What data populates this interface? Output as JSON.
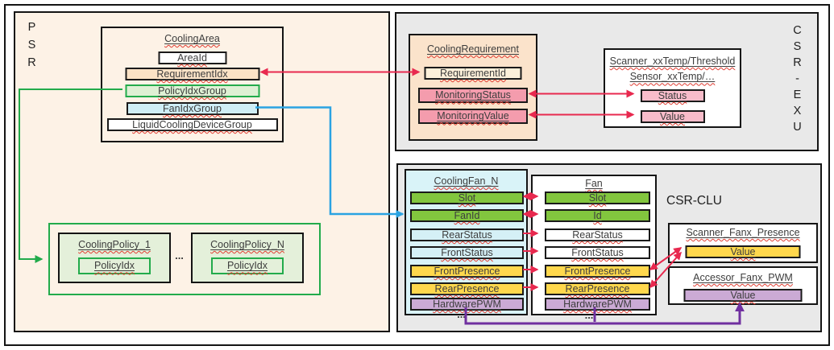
{
  "colors": {
    "accent_red": "#e8294f",
    "accent_blue": "#2aa3e2",
    "accent_green": "#22ab4b",
    "accent_purple": "#7030a0",
    "psr_background": "#fdf2e6",
    "region_background": "#e9e9e9",
    "green_field": "#82c63e",
    "yellow_field": "#ffd84d",
    "purple_field": "#cbaad5",
    "pink_field": "#f49cad",
    "light_pink_field": "#f8bcca",
    "peach_container": "#fbe3cb",
    "peach_field": "#fbe2c6",
    "cream_field": "#fdf0da",
    "cyan_field": "#d5f0f6",
    "light_green_field": "#e4f0da"
  },
  "psr": {
    "label": "PSR",
    "cooling_area": {
      "title": "CoolingArea",
      "fields": [
        "AreaId",
        "RequirementIdx",
        "PolicyIdxGroup",
        "FanIdxGroup",
        "LiquidCoolingDeviceGroup"
      ]
    },
    "policy_group": {
      "policy_1": {
        "title": "CoolingPolicy_1",
        "field": "PolicyIdx"
      },
      "ellipsis": "...",
      "policy_n": {
        "title": "CoolingPolicy_N",
        "field": "PolicyIdx"
      }
    }
  },
  "csr_exu": {
    "label": "CSR-EXU",
    "cooling_requirement": {
      "title": "CoolingRequirement",
      "fields": [
        "RequirementId",
        "MonitoringStatus",
        "MonitoringValue"
      ]
    },
    "scanner_sensor": {
      "title": "Scanner_xxTemp/ThresholdSensor_xxTemp/…",
      "fields": [
        "Status",
        "Value"
      ]
    }
  },
  "csr_clu": {
    "label": "CSR-CLU",
    "cooling_fan": {
      "title": "CoolingFan_N",
      "fields": [
        "Slot",
        "FanId",
        "RearStatus",
        "FrontStatus",
        "FrontPresence",
        "RearPresence",
        "HardwarePWM"
      ],
      "ellipsis": "..."
    },
    "fan": {
      "title": "Fan",
      "fields": [
        "Slot",
        "Id",
        "RearStatus",
        "FrontStatus",
        "FrontPresence",
        "RearPresence",
        "HardwarePWM"
      ],
      "ellipsis": "..."
    },
    "scanner_presence": {
      "title": "Scanner_Fanx_Presence",
      "field": "Value"
    },
    "accessor_pwm": {
      "title": "Accessor_Fanx_PWM",
      "field": "Value"
    }
  }
}
